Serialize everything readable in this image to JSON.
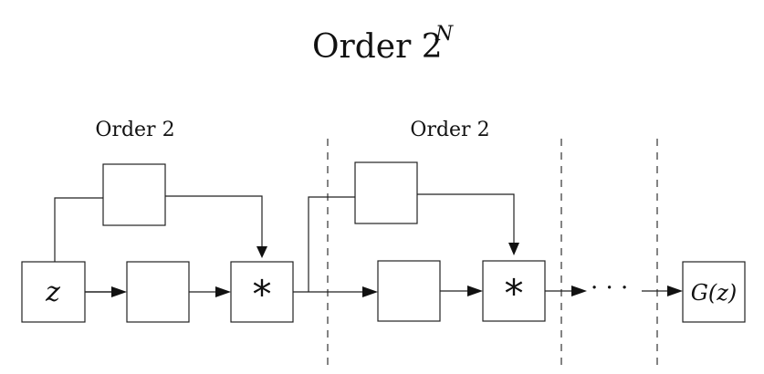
{
  "title": {
    "base": "Order 2",
    "superscript": "N"
  },
  "section_labels": {
    "first": "Order 2",
    "second": "Order 2"
  },
  "boxes": {
    "input": "z",
    "multiply_1": "*",
    "multiply_2": "*",
    "output": "G(z)"
  },
  "continuation": "· · ·"
}
